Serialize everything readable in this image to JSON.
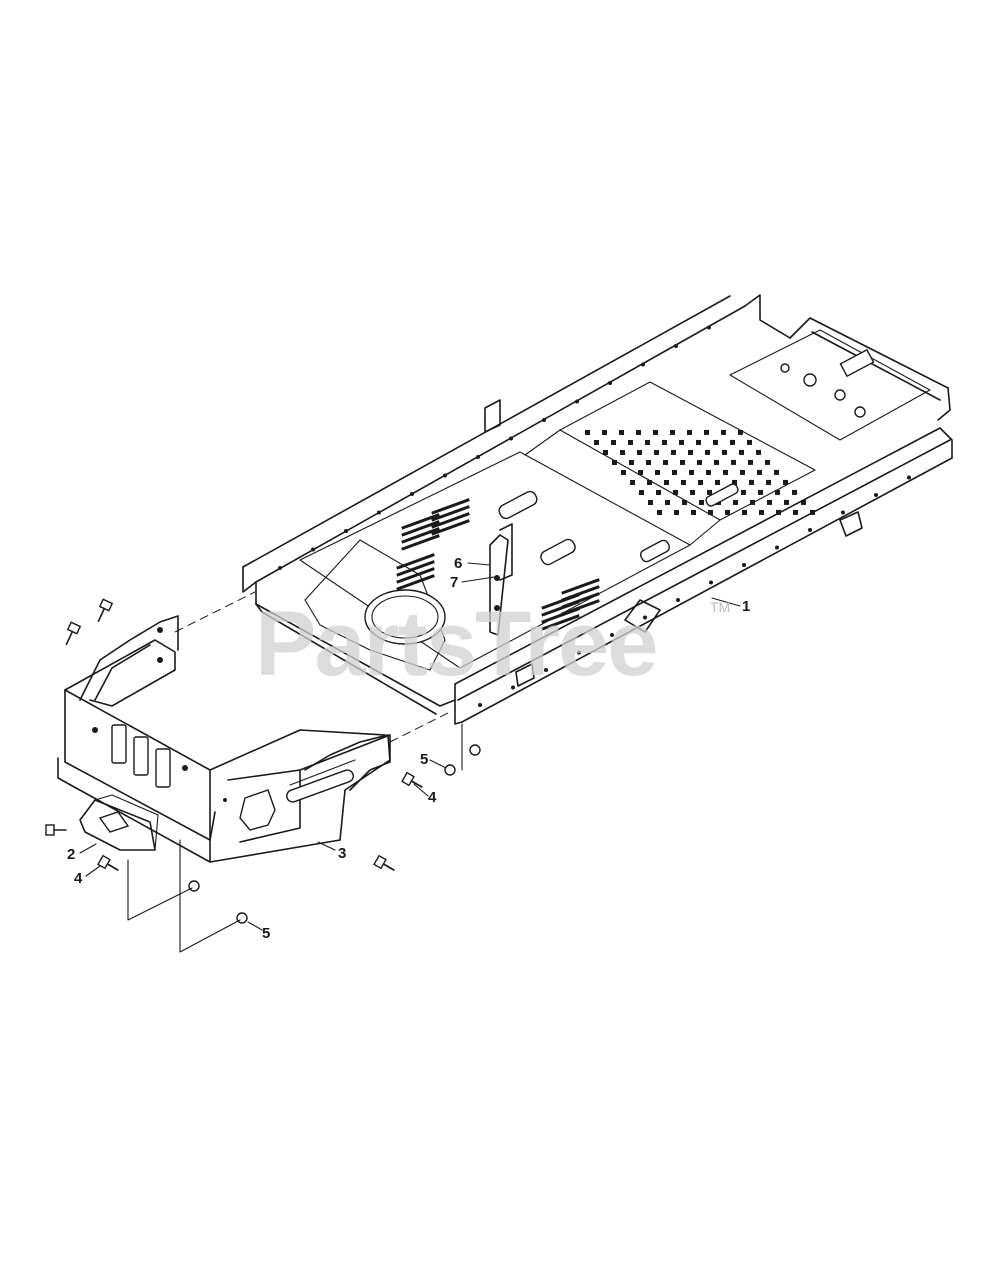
{
  "watermark": {
    "text": "PartsTree",
    "trademark": "TM"
  },
  "callouts": [
    {
      "id": "1",
      "label": "1"
    },
    {
      "id": "2",
      "label": "2"
    },
    {
      "id": "3",
      "label": "3"
    },
    {
      "id": "4a",
      "label": "4"
    },
    {
      "id": "4b",
      "label": "4"
    },
    {
      "id": "5a",
      "label": "5"
    },
    {
      "id": "5b",
      "label": "5"
    },
    {
      "id": "6",
      "label": "6"
    },
    {
      "id": "7",
      "label": "7"
    }
  ],
  "colors": {
    "line": "#1a1a1a",
    "background": "#ffffff",
    "watermark": "#d0d0d0"
  }
}
